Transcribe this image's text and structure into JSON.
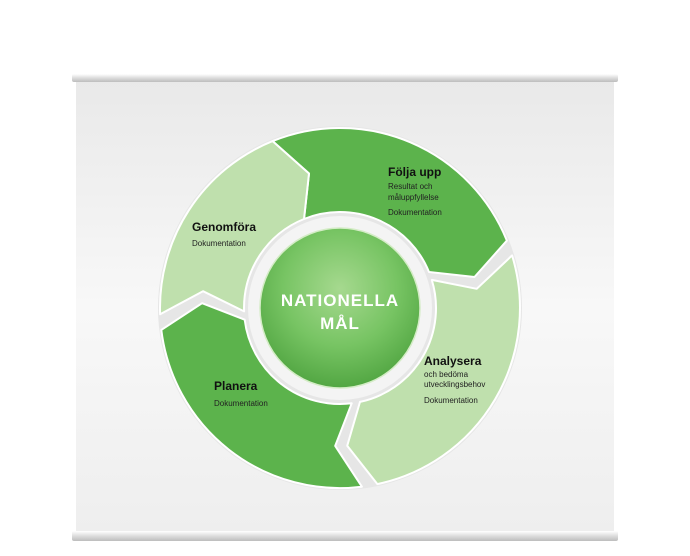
{
  "center": {
    "line1": "NATIONELLA",
    "line2": "MÅL"
  },
  "segments": [
    {
      "title": "Följa upp",
      "lines": [
        "Resultat och",
        "måluppfyllelse",
        "Dokumentation"
      ]
    },
    {
      "title": "Analysera",
      "lines": [
        "och bedöma",
        "utvecklingsbehov",
        "Dokumentation"
      ]
    },
    {
      "title": "Planera",
      "lines": [
        "Dokumentation"
      ]
    },
    {
      "title": "Genomföra",
      "lines": [
        "Dokumentation"
      ]
    }
  ],
  "colors": {
    "dark_green": "#5cb34c",
    "light_green": "#bfe0ad",
    "center_green": "#74c060",
    "board": "#f1f1f1"
  }
}
